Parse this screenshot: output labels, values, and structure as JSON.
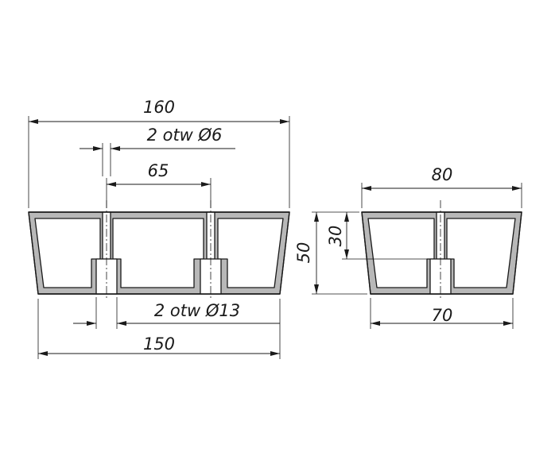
{
  "labels": {
    "width_overall": "160",
    "holes_small": "2 otw Ø6",
    "hole_spacing": "65",
    "holes_large": "2 otw Ø13",
    "width_base": "150",
    "height_total": "50",
    "height_inner": "30",
    "depth_top": "80",
    "depth_base": "70"
  },
  "colors": {
    "section_fill": "#b8b8b8",
    "line": "#1a1a1a"
  }
}
